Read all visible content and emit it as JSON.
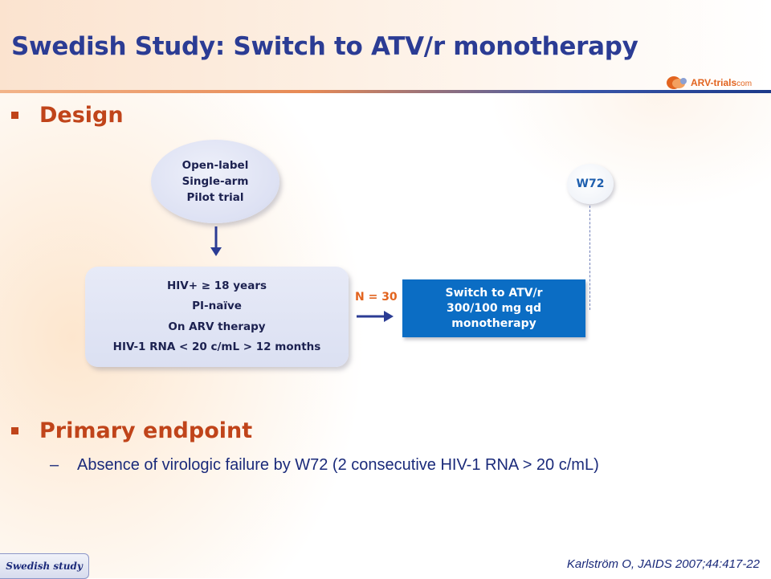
{
  "slide": {
    "title": "Swedish Study: Switch to ATV/r monotherapy",
    "logo_text": "ARV-trials",
    "logo_suffix": "com"
  },
  "sections": {
    "design_label": "Design",
    "primary_label": "Primary endpoint",
    "primary_text": "Absence of virologic failure by W72 (2 consecutive HIV-1 RNA > 20 c/mL)",
    "dash": "–"
  },
  "diagram": {
    "ellipse_lines": [
      "Open-label",
      "Single-arm",
      "Pilot trial"
    ],
    "criteria_lines": [
      "HIV+ ≥ 18 years",
      "PI-naïve",
      "On ARV therapy",
      "HIV-1 RNA < 20 c/mL > 12 months"
    ],
    "n_label": "N = 30",
    "switch_lines": [
      "Switch to ATV/r",
      "300/100 mg qd",
      "monotherapy"
    ],
    "timepoint": "W72",
    "colors": {
      "switch_box": "#0b6dc4",
      "criteria_box": "#dbe0f2",
      "arrow": "#2b3c94",
      "n_label": "#e2641f"
    }
  },
  "footer": {
    "study_tab": "Swedish study",
    "citation": "Karlström O, JAIDS 2007;44:417-22"
  }
}
